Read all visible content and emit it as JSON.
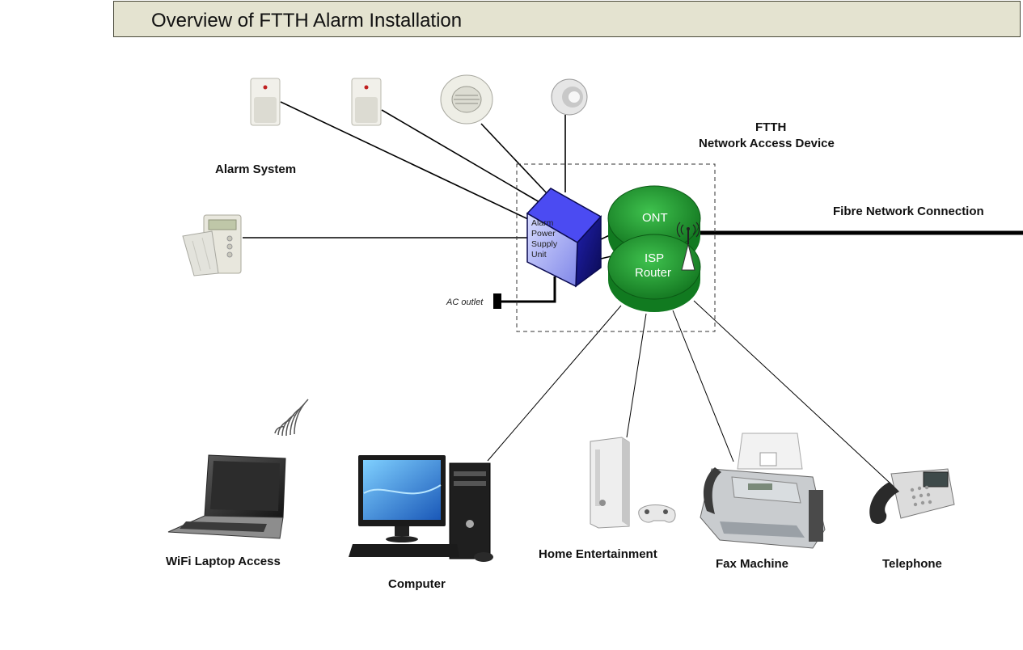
{
  "title": "Overview of FTTH Alarm Installation",
  "labels": {
    "alarm_system": "Alarm System",
    "ftth_line1": "FTTH",
    "ftth_line2": "Network Access Device",
    "fibre_connection": "Fibre Network Connection",
    "ac_outlet": "AC outlet",
    "psu_line1": "Alarm",
    "psu_line2": "Power",
    "psu_line3": "Supply",
    "psu_line4": "Unit",
    "ont": "ONT",
    "router_line1": "ISP",
    "router_line2": "Router",
    "wifi_laptop": "WiFi Laptop Access",
    "computer": "Computer",
    "home_entertainment": "Home Entertainment",
    "fax": "Fax Machine",
    "telephone": "Telephone"
  },
  "colors": {
    "title_bg": "#e4e3d0",
    "psu_blue": "#2a2ad8",
    "disk_green": "#1e9a2e",
    "line": "#000000"
  }
}
